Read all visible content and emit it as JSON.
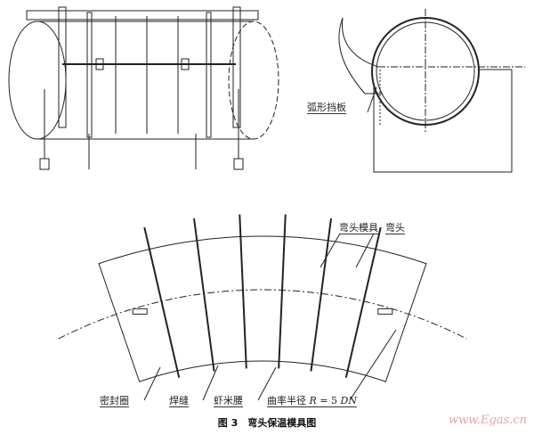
{
  "labels": {
    "arc_baffle": "弧形挡板",
    "elbow_mold": "弯头模具",
    "elbow": "弯头",
    "seal_ring": "密封圈",
    "weld": "焊缝",
    "shrimp_waist": "虾米腰",
    "radius_prefix": "曲率半径 ",
    "radius_var": "R",
    "radius_eq": " = 5 ",
    "radius_unit": "DN"
  },
  "caption": "图 3　弯头保温模具图",
  "watermark": "www.Egas.cn"
}
